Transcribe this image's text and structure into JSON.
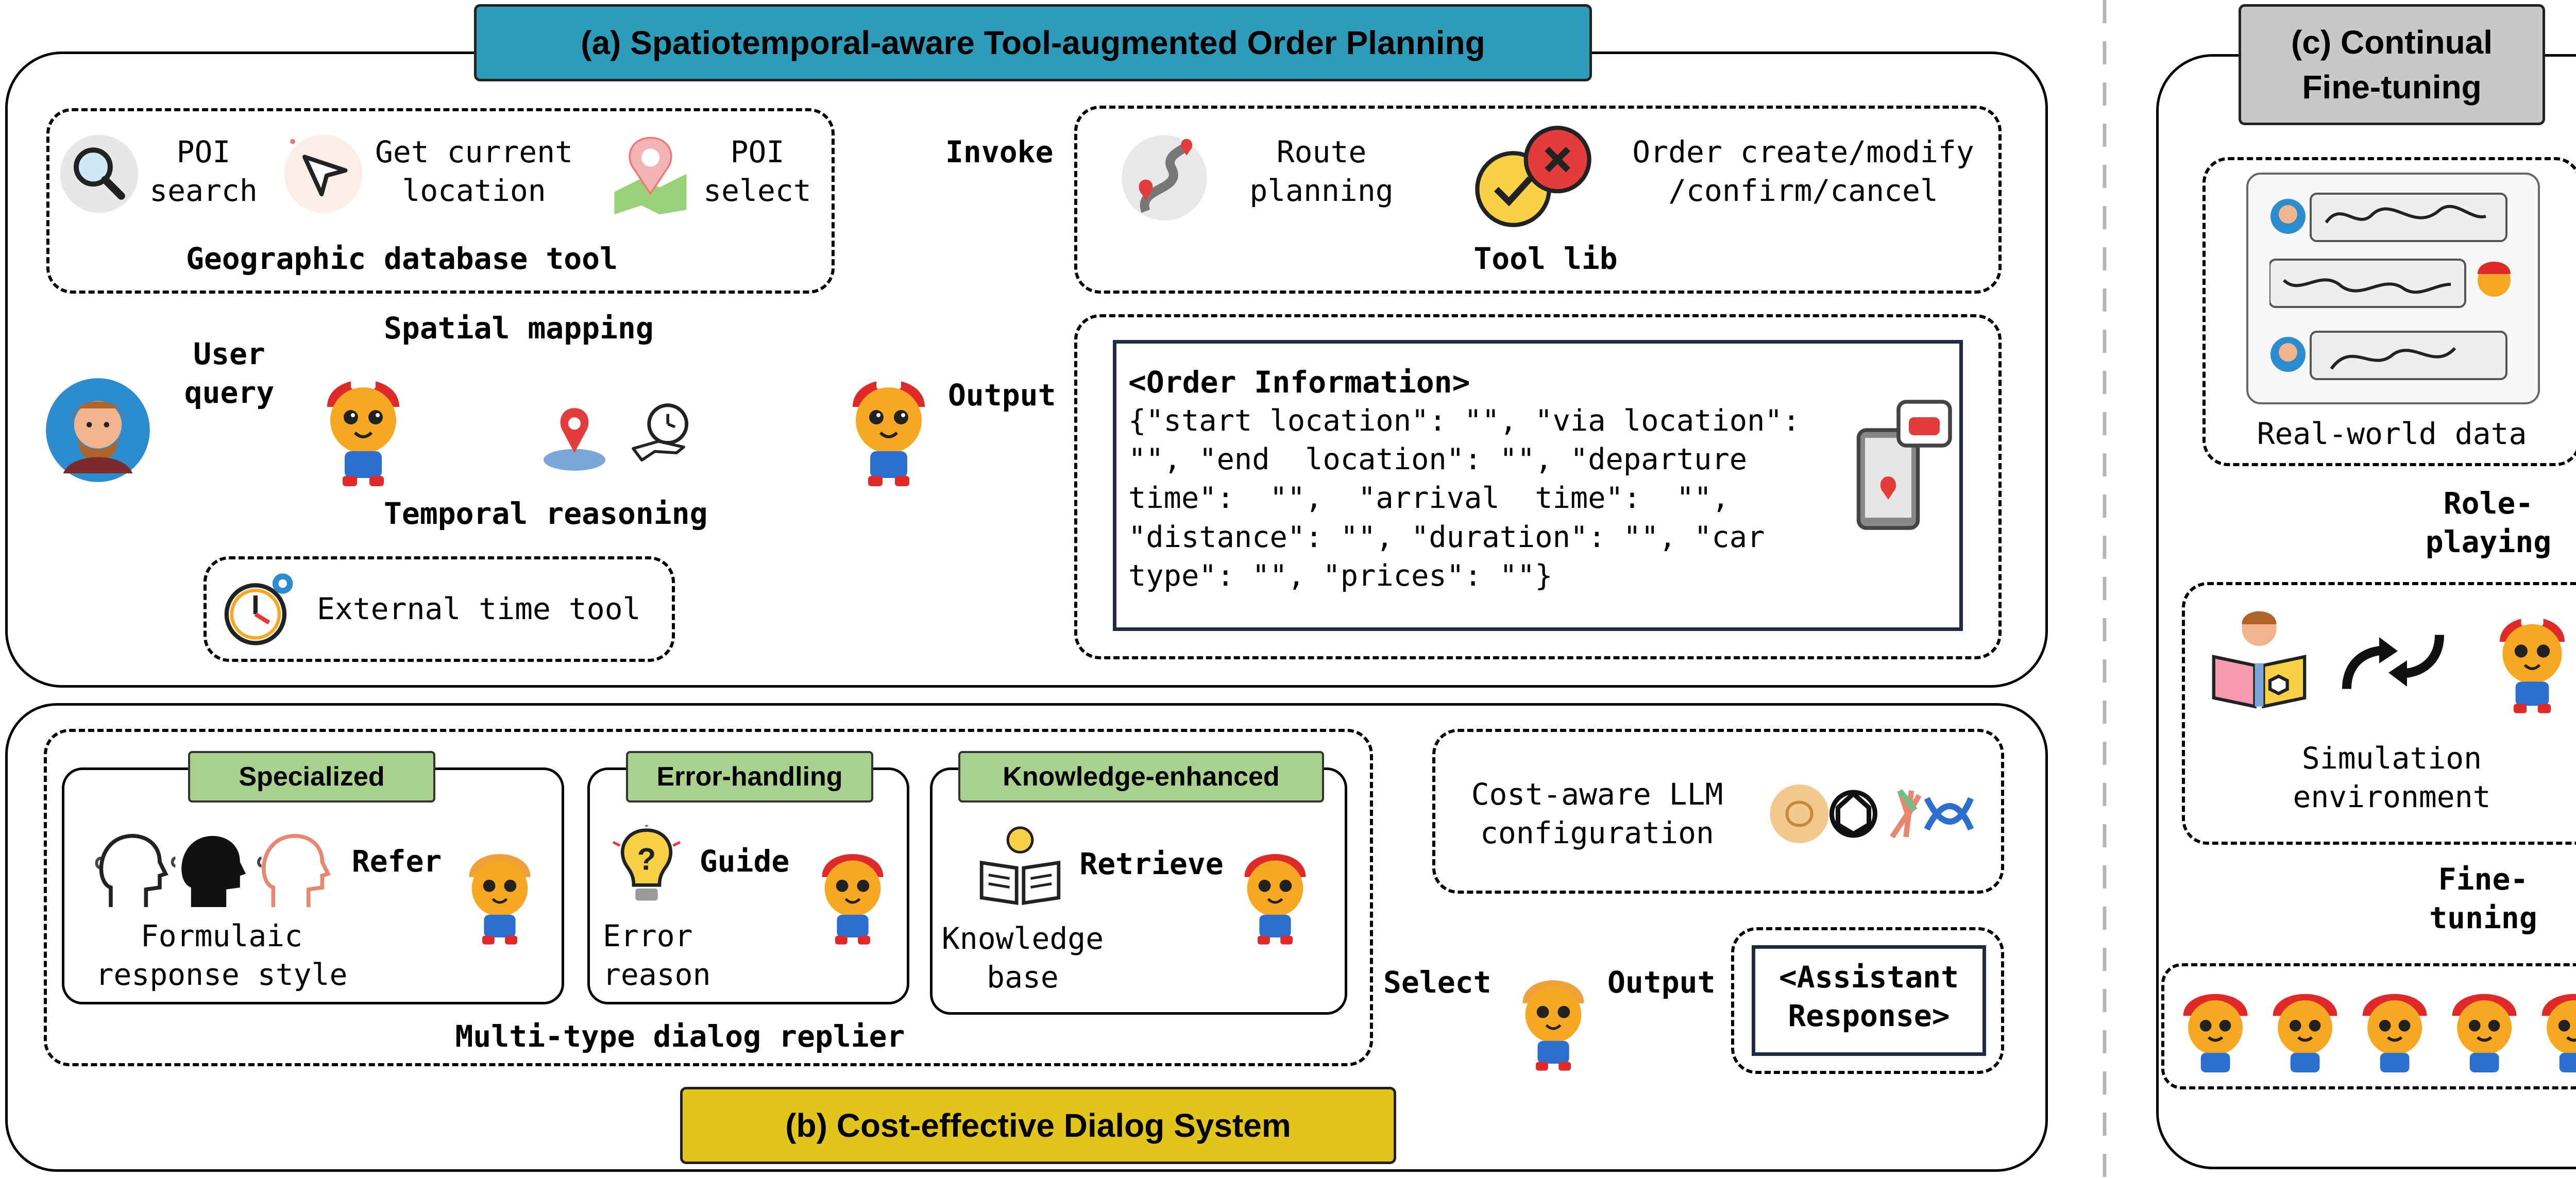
{
  "panel_a": {
    "title": "(a) Spatiotemporal-aware Tool-augmented Order Planning",
    "geo_tool": {
      "items": [
        {
          "label": "POI\nsearch",
          "icon": "search-icon"
        },
        {
          "label": "Get current\nlocation",
          "icon": "location-arrow-icon"
        },
        {
          "label": "POI\nselect",
          "icon": "map-pin-icon"
        }
      ],
      "caption": "Geographic database tool"
    },
    "spatial_mapping": "Spatial mapping",
    "user_query": "User\nquery",
    "temporal_reasoning": "Temporal reasoning",
    "time_tool": "External time tool",
    "invoke": "Invoke",
    "tool_lib": {
      "route": "Route\nplanning",
      "order": "Order create/modify\n/confirm/cancel",
      "caption": "Tool lib"
    },
    "output": "Output",
    "order_info": {
      "heading": "<Order Information>",
      "body": "{\"start location\": \"\", \"via location\":\n\"\", \"end  location\": \"\", \"departure\ntime\":  \"\",  \"arrival  time\":  \"\",\n\"distance\": \"\", \"duration\": \"\", \"car\ntype\": \"\", \"prices\": \"\"}"
    }
  },
  "panel_b": {
    "title": "(b) Cost-effective Dialog System",
    "specialized": {
      "tag": "Specialized",
      "refer": "Refer",
      "caption": "Formulaic\nresponse style"
    },
    "error": {
      "tag": "Error-handling",
      "guide": "Guide",
      "caption": "Error\nreason"
    },
    "knowledge": {
      "tag": "Knowledge-enhanced",
      "retrieve": "Retrieve",
      "caption": "Knowledge\nbase"
    },
    "replier": "Multi-type dialog replier",
    "llm_config": "Cost-aware LLM\nconfiguration",
    "select": "Select",
    "output": "Output",
    "assistant": "<Assistant\nResponse>"
  },
  "panel_c": {
    "title": "(c) Continual\nFine-tuning",
    "real_world": "Real-world data",
    "role_playing": "Role-\nplaying",
    "simulation": "Simulation\nenvironment",
    "fine_tuning": "Fine-\ntuning"
  },
  "colors": {
    "title_a": "#2e9cb8",
    "title_b": "#e2c51c",
    "title_c": "#c8c8c8",
    "tag": "#a9d18e",
    "robot_cap": "#e02a2a",
    "robot_face": "#f7a823",
    "order_border": "#1f2a44"
  }
}
